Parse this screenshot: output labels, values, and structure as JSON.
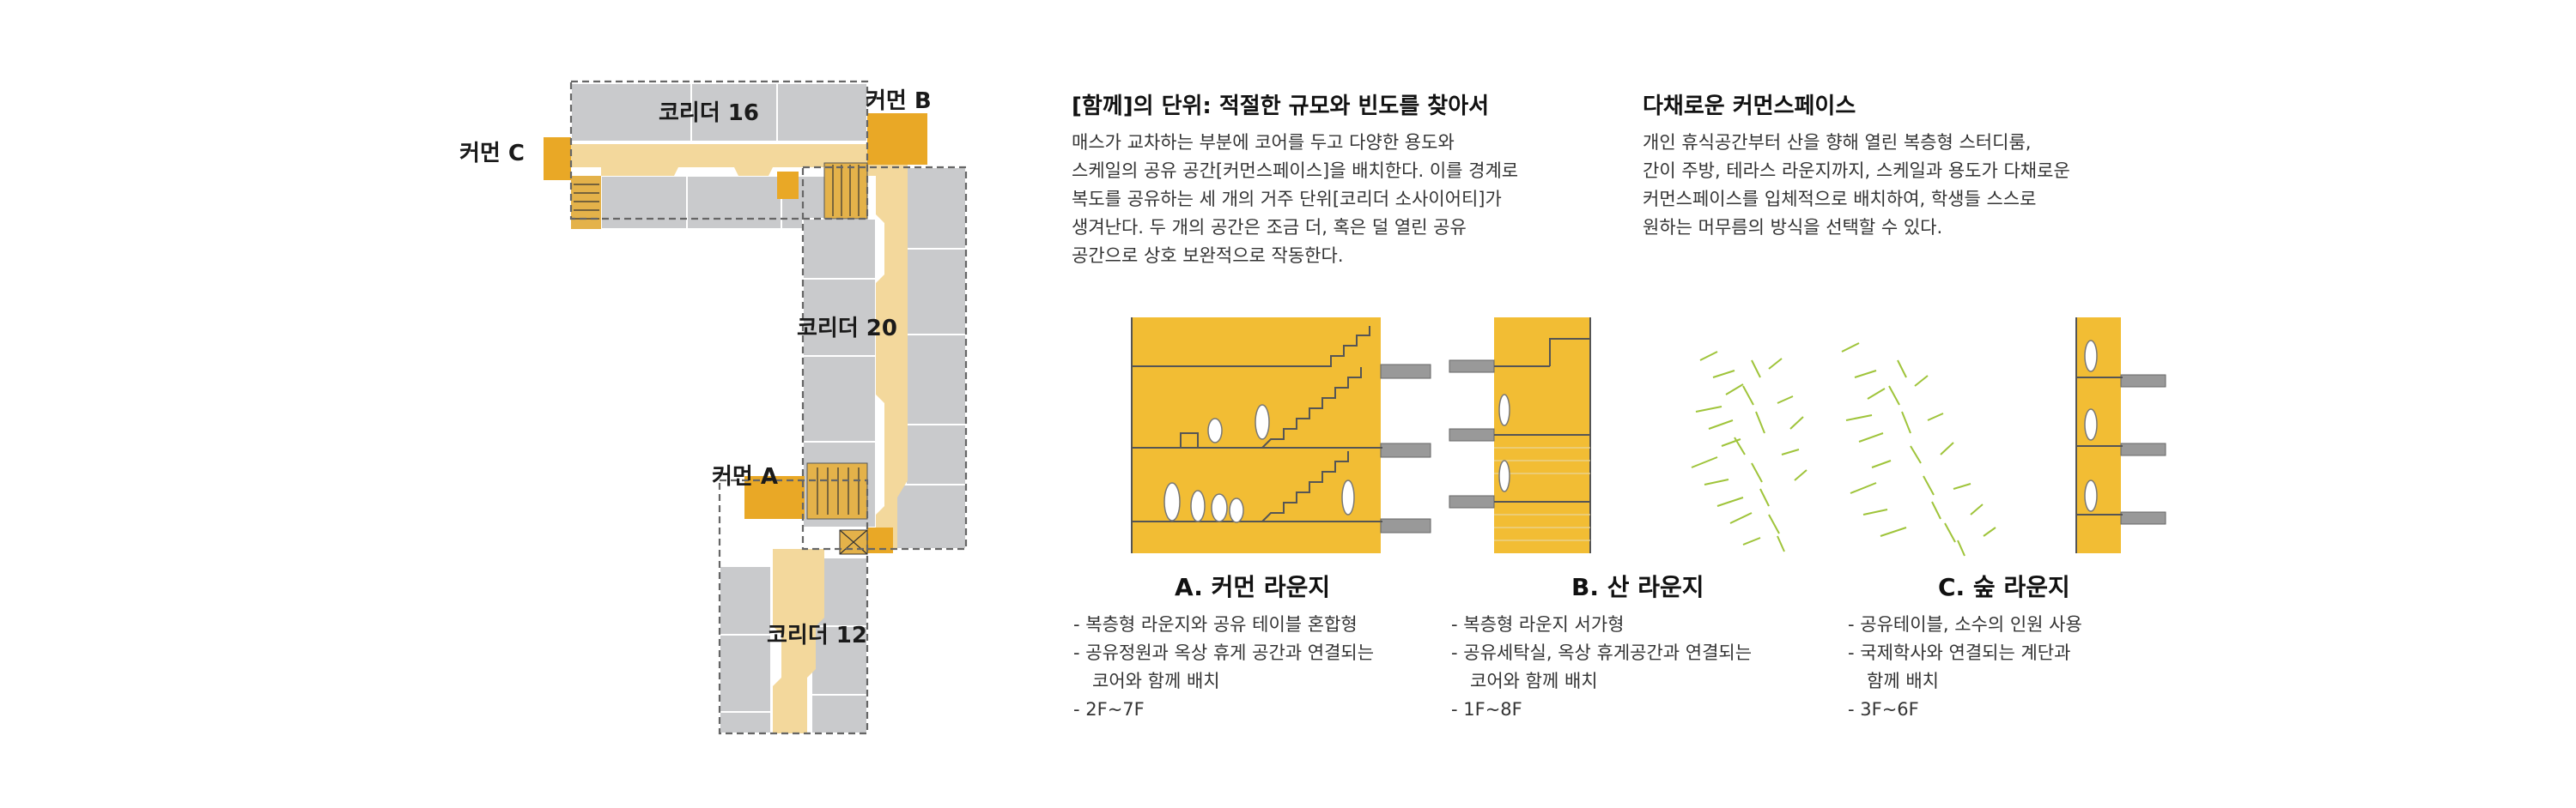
{
  "plan": {
    "labels": {
      "corridor16": "코리더 16",
      "corridor20": "코리더 20",
      "corridor12": "코리더 12",
      "commonA": "커먼 A",
      "commonB": "커먼 B",
      "commonC": "커먼 C"
    },
    "colors": {
      "unit": "#c8c9cb",
      "corridor": "#f3d79a",
      "common": "#eaa928",
      "core": "#e4b24a"
    }
  },
  "section1": {
    "title": "[함께]의 단위: 적절한 규모와 빈도를 찾아서",
    "lines": [
      "매스가 교차하는 부분에 코어를 두고 다양한 용도와",
      "스케일의 공유 공간[커먼스페이스]을 배치한다. 이를 경계로",
      "복도를 공유하는 세 개의 거주 단위[코리더 소사이어티]가",
      "생겨난다. 두 개의 공간은 조금 더, 혹은 덜 열린 공유",
      "공간으로 상호 보완적으로 작동한다."
    ]
  },
  "section2": {
    "title": "다채로운 커먼스페이스",
    "lines": [
      "개인 휴식공간부터 산을 향해 열린 복층형 스터디룸,",
      "간이 주방, 테라스 라운지까지, 스케일과 용도가 다채로운",
      "커먼스페이스를 입체적으로 배치하여, 학생들 스스로",
      "원하는 머무름의 방식을 선택할 수 있다."
    ]
  },
  "lounges": [
    {
      "title": "A. 커먼 라운지",
      "items": [
        "- 복층형 라운지와 공유 테이블 혼합형",
        "- 공유정원과 옥상 휴게 공간과 연결되는",
        "   코어와 함께 배치",
        "- 2F~7F"
      ]
    },
    {
      "title": "B. 산 라운지",
      "items": [
        "- 복층형 라운지 서가형",
        "- 공유세탁실, 옥상 휴게공간과 연결되는",
        "   코어와 함께 배치",
        "- 1F~8F"
      ]
    },
    {
      "title": "C. 숲 라운지",
      "items": [
        "- 공유테이블, 소수의 인원 사용",
        "- 국제학사와 연결되는 계단과",
        "   함께 배치",
        "- 3F~6F"
      ]
    }
  ],
  "colors": {
    "yellow": "#f2bd34",
    "slab": "#9a9a9a",
    "tree": "#9fc43a"
  }
}
